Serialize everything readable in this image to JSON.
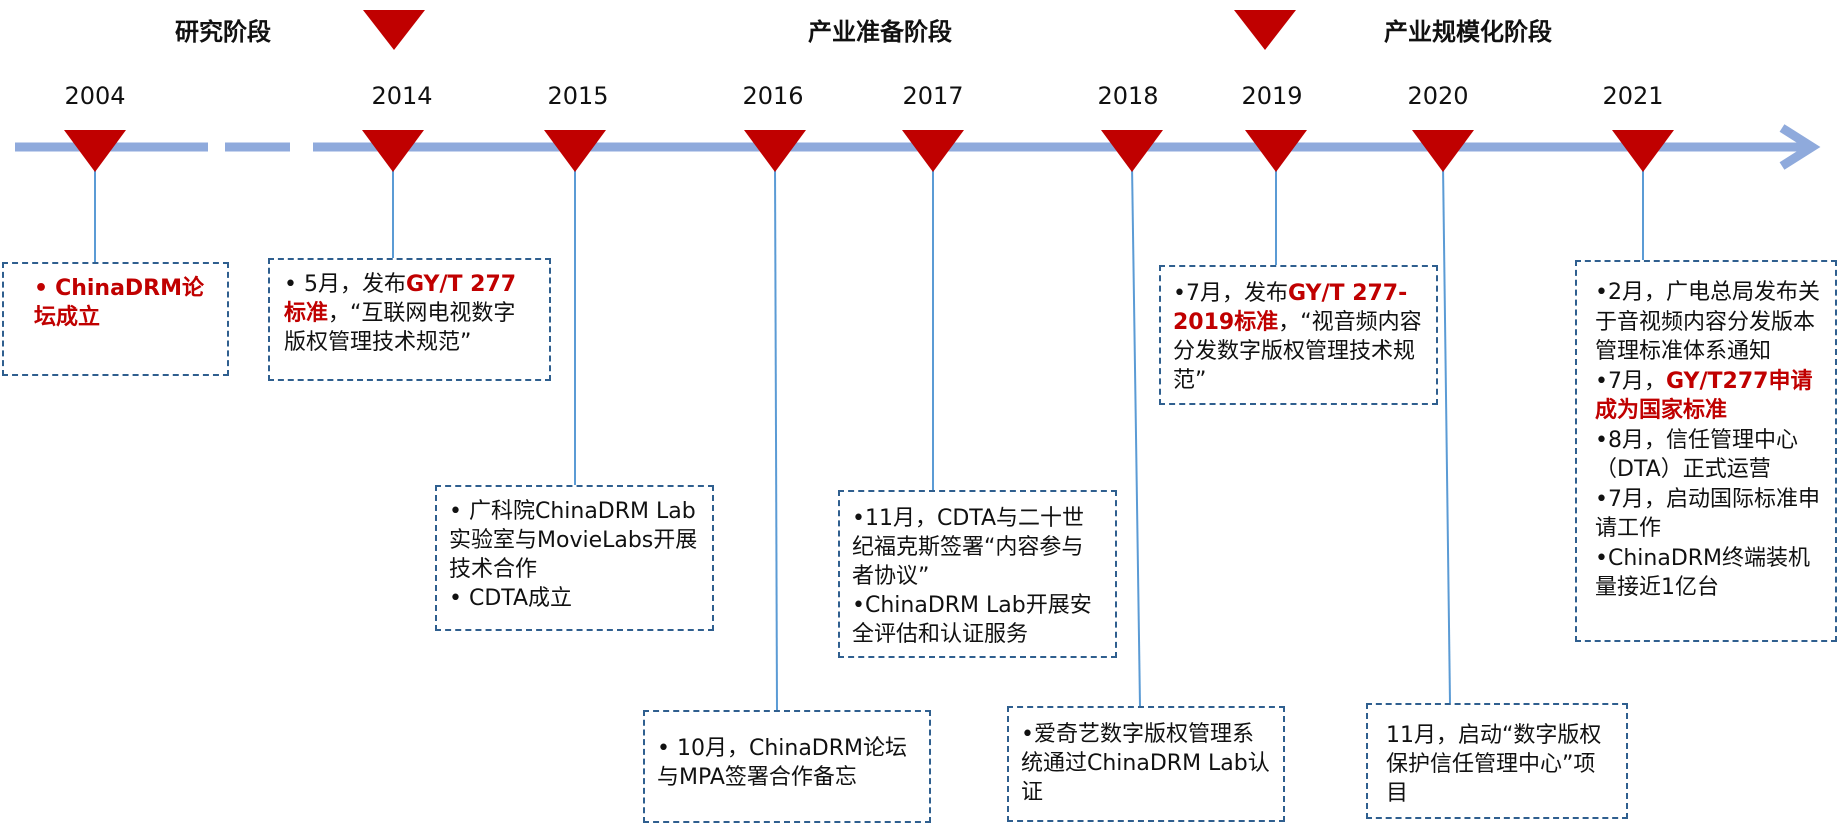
{
  "phases": {
    "research": "研究阶段",
    "preparation": "产业准备阶段",
    "scaling": "产业规模化阶段"
  },
  "years": [
    "2004",
    "2014",
    "2015",
    "2016",
    "2017",
    "2018",
    "2019",
    "2020",
    "2021"
  ],
  "events": {
    "e2004": {
      "bullet": "•",
      "red": "ChinaDRM论坛成立"
    },
    "e2014": {
      "pre": "• 5月，发布",
      "red": "GY/T 277标准",
      "post": "，“互联网电视数字版权管理技术规范”"
    },
    "e2015": {
      "line1": "• 广科院ChinaDRM Lab实验室与MovieLabs开展技术合作",
      "line2": "• CDTA成立"
    },
    "e2016": {
      "text": "• 10月，ChinaDRM论坛与MPA签署合作备忘"
    },
    "e2017": {
      "line1": "•11月，CDTA与二十世纪福克斯签署“内容参与者协议”",
      "line2": "•ChinaDRM Lab开展安全评估和认证服务"
    },
    "e2018": {
      "text": "•爱奇艺数字版权管理系统通过ChinaDRM Lab认证"
    },
    "e2019": {
      "pre": "•7月，发布",
      "red": "GY/T 277-2019标准",
      "post": "，“视音频内容分发数字版权管理技术规范”"
    },
    "e2020": {
      "text": "11月，启动“数字版权保护信任管理中心”项目"
    },
    "e2021": {
      "item1": "•2月，广电总局发布关于音视频内容分发版本管理标准体系通知",
      "item2_pre": "•7月，",
      "item2_red": "GY/T277申请成为国家标准",
      "item3": "•8月，信任管理中心（DTA）正式运营",
      "item4": "•7月，启动国际标准申请工作",
      "item5": "•ChinaDRM终端装机量接近1亿台"
    }
  },
  "colors": {
    "axis": "#8faadc",
    "marker": "#c00000",
    "connector": "#5b9bd5",
    "box_border": "#2f5f8f",
    "highlight": "#c00000"
  }
}
